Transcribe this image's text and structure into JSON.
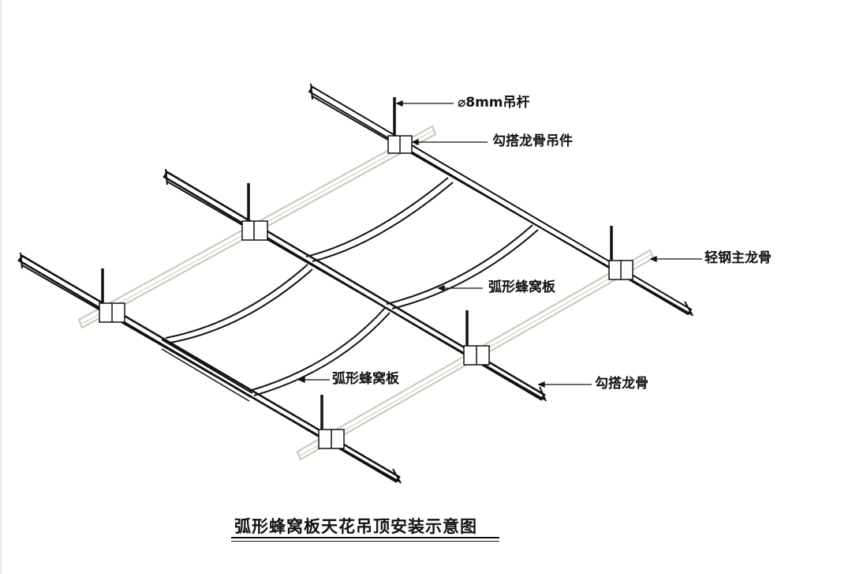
{
  "labels": {
    "rod": "⌀8mm吊杆",
    "hanger": "勾搭龙骨吊件",
    "main_keel": "轻钢主龙骨",
    "panel_upper": "弧形蜂窝板",
    "panel_lower": "弧形蜂窝板",
    "hook_keel": "勾搭龙骨"
  },
  "caption": "弧形蜂窝板天花吊顶安装示意图",
  "colors": {
    "ink": "#111111",
    "light_keel": "#c9c5b6",
    "background": "#ffffff"
  }
}
